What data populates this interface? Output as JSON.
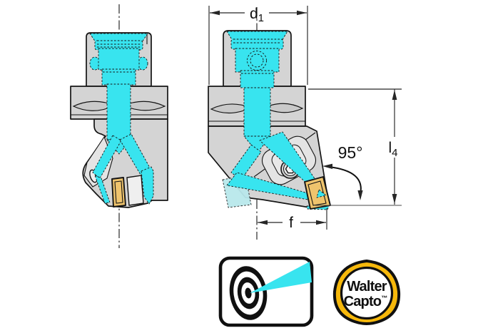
{
  "dimension_labels": {
    "diameter": {
      "base": "d",
      "sub": "1"
    },
    "length": {
      "base": "l",
      "sub": "4"
    },
    "offset": "f",
    "angle": "95°"
  },
  "logos": {
    "coolant_icon": "precision-coolant-target",
    "capto": {
      "line1": "Walter",
      "line2": "Capto",
      "tm": "™"
    }
  },
  "colors": {
    "coolant_cyan": "#38E4EF",
    "coolant_cyan_pale": "#B9E8EC",
    "body_gray": "#D4D4D4",
    "body_gray_dark": "#C9C9C9",
    "facet_gray": "#E4E4E4",
    "insert_gold": "#EFC46D",
    "brand_yellow": "#F6B80B",
    "outline": "#141414",
    "dim_line": "#262626"
  }
}
